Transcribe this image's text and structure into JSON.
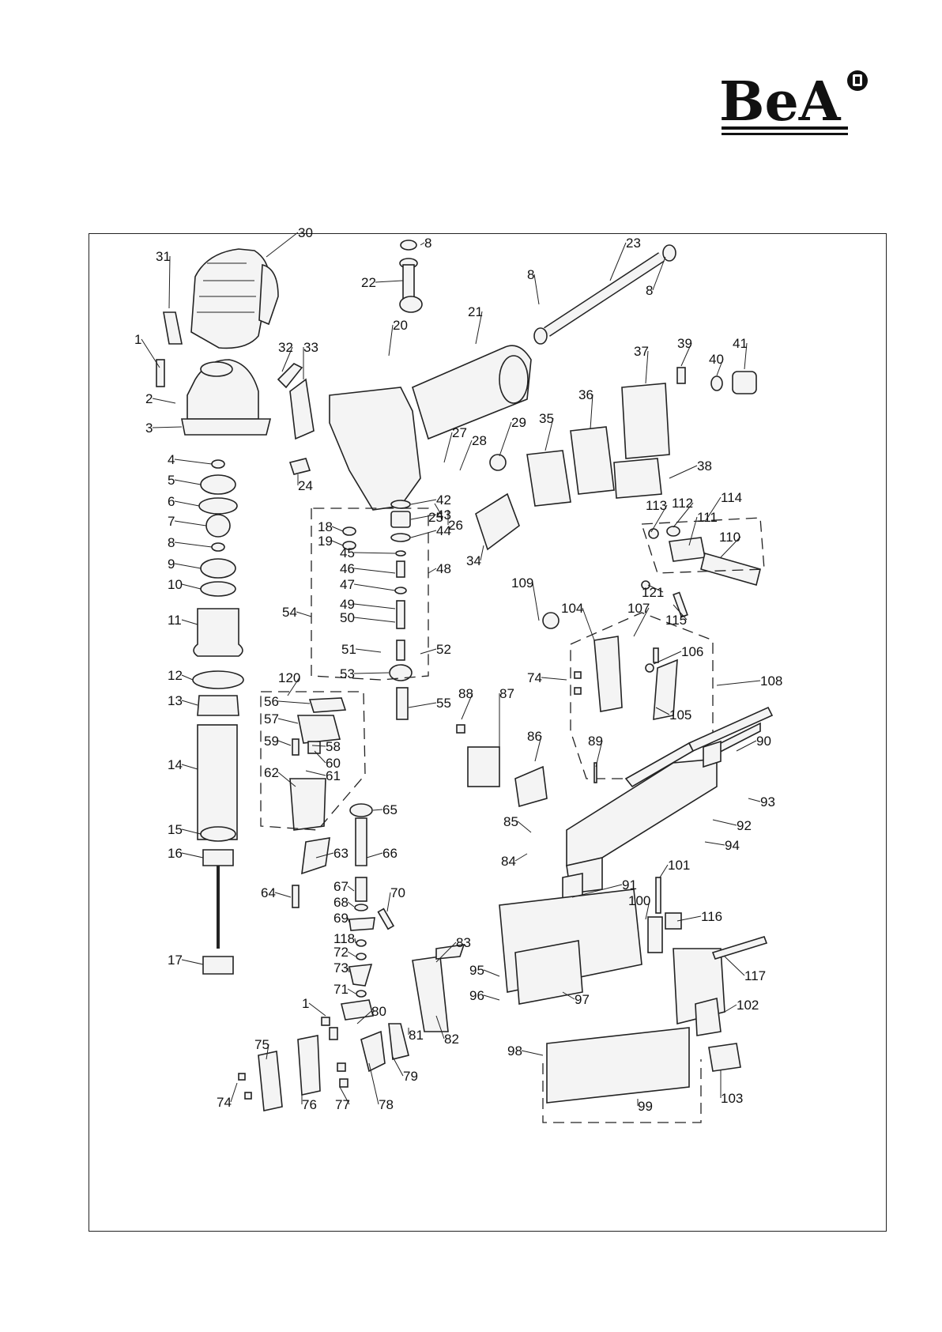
{
  "brand": {
    "logo_text": "BeA",
    "logo_icon": "registered-trademark-icon"
  },
  "parts": [
    {
      "n": "1"
    },
    {
      "n": "2"
    },
    {
      "n": "3"
    },
    {
      "n": "4"
    },
    {
      "n": "5"
    },
    {
      "n": "6"
    },
    {
      "n": "7"
    },
    {
      "n": "8"
    },
    {
      "n": "9"
    },
    {
      "n": "10"
    },
    {
      "n": "11"
    },
    {
      "n": "12"
    },
    {
      "n": "13"
    },
    {
      "n": "14"
    },
    {
      "n": "15"
    },
    {
      "n": "16"
    },
    {
      "n": "17"
    },
    {
      "n": "18"
    },
    {
      "n": "19"
    },
    {
      "n": "20"
    },
    {
      "n": "21"
    },
    {
      "n": "22"
    },
    {
      "n": "23"
    },
    {
      "n": "24"
    },
    {
      "n": "25"
    },
    {
      "n": "26"
    },
    {
      "n": "27"
    },
    {
      "n": "28"
    },
    {
      "n": "29"
    },
    {
      "n": "30"
    },
    {
      "n": "31"
    },
    {
      "n": "32"
    },
    {
      "n": "33"
    },
    {
      "n": "34"
    },
    {
      "n": "35"
    },
    {
      "n": "36"
    },
    {
      "n": "37"
    },
    {
      "n": "38"
    },
    {
      "n": "39"
    },
    {
      "n": "40"
    },
    {
      "n": "41"
    },
    {
      "n": "42"
    },
    {
      "n": "43"
    },
    {
      "n": "44"
    },
    {
      "n": "45"
    },
    {
      "n": "46"
    },
    {
      "n": "47"
    },
    {
      "n": "48"
    },
    {
      "n": "49"
    },
    {
      "n": "50"
    },
    {
      "n": "51"
    },
    {
      "n": "52"
    },
    {
      "n": "53"
    },
    {
      "n": "54"
    },
    {
      "n": "55"
    },
    {
      "n": "56"
    },
    {
      "n": "57"
    },
    {
      "n": "58"
    },
    {
      "n": "59"
    },
    {
      "n": "60"
    },
    {
      "n": "61"
    },
    {
      "n": "62"
    },
    {
      "n": "63"
    },
    {
      "n": "64"
    },
    {
      "n": "65"
    },
    {
      "n": "66"
    },
    {
      "n": "67"
    },
    {
      "n": "68"
    },
    {
      "n": "69"
    },
    {
      "n": "70"
    },
    {
      "n": "71"
    },
    {
      "n": "72"
    },
    {
      "n": "73"
    },
    {
      "n": "74"
    },
    {
      "n": "75"
    },
    {
      "n": "76"
    },
    {
      "n": "77"
    },
    {
      "n": "78"
    },
    {
      "n": "79"
    },
    {
      "n": "80"
    },
    {
      "n": "81"
    },
    {
      "n": "82"
    },
    {
      "n": "83"
    },
    {
      "n": "84"
    },
    {
      "n": "85"
    },
    {
      "n": "86"
    },
    {
      "n": "87"
    },
    {
      "n": "88"
    },
    {
      "n": "89"
    },
    {
      "n": "90"
    },
    {
      "n": "91"
    },
    {
      "n": "92"
    },
    {
      "n": "93"
    },
    {
      "n": "94"
    },
    {
      "n": "95"
    },
    {
      "n": "96"
    },
    {
      "n": "97"
    },
    {
      "n": "98"
    },
    {
      "n": "99"
    },
    {
      "n": "100"
    },
    {
      "n": "101"
    },
    {
      "n": "102"
    },
    {
      "n": "103"
    },
    {
      "n": "104"
    },
    {
      "n": "105"
    },
    {
      "n": "106"
    },
    {
      "n": "107"
    },
    {
      "n": "108"
    },
    {
      "n": "109"
    },
    {
      "n": "110"
    },
    {
      "n": "111"
    },
    {
      "n": "112"
    },
    {
      "n": "113"
    },
    {
      "n": "114"
    },
    {
      "n": "115"
    },
    {
      "n": "116"
    },
    {
      "n": "117"
    },
    {
      "n": "118"
    },
    {
      "n": "120"
    },
    {
      "n": "121"
    }
  ],
  "repeat_labels": [
    "8",
    "8",
    "8",
    "74",
    "1"
  ]
}
